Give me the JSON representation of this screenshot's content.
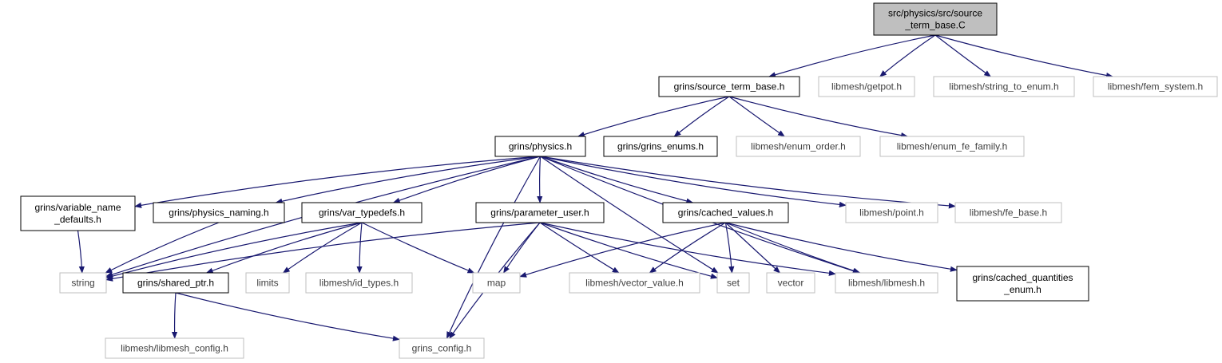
{
  "diagram": {
    "colors": {
      "edge": "#191970",
      "root_fill": "#bfbfbf",
      "local_stroke": "#000000",
      "external_stroke": "#bfbfbf",
      "external_text": "#404040",
      "text": "#000000"
    },
    "nodes": [
      {
        "id": "root",
        "lines": [
          "src/physics/src/source",
          "_term_base.C"
        ],
        "kind": "root"
      },
      {
        "id": "stb",
        "lines": [
          "grins/source_term_base.h"
        ],
        "kind": "local"
      },
      {
        "id": "getpot",
        "lines": [
          "libmesh/getpot.h"
        ],
        "kind": "external"
      },
      {
        "id": "ste",
        "lines": [
          "libmesh/string_to_enum.h"
        ],
        "kind": "external"
      },
      {
        "id": "femsys",
        "lines": [
          "libmesh/fem_system.h"
        ],
        "kind": "external"
      },
      {
        "id": "physics",
        "lines": [
          "grins/physics.h"
        ],
        "kind": "local"
      },
      {
        "id": "genums",
        "lines": [
          "grins/grins_enums.h"
        ],
        "kind": "local"
      },
      {
        "id": "eorder",
        "lines": [
          "libmesh/enum_order.h"
        ],
        "kind": "external"
      },
      {
        "id": "efef",
        "lines": [
          "libmesh/enum_fe_family.h"
        ],
        "kind": "external"
      },
      {
        "id": "vnd",
        "lines": [
          "grins/variable_name",
          "_defaults.h"
        ],
        "kind": "local"
      },
      {
        "id": "pnaming",
        "lines": [
          "grins/physics_naming.h"
        ],
        "kind": "local"
      },
      {
        "id": "vtd",
        "lines": [
          "grins/var_typedefs.h"
        ],
        "kind": "local"
      },
      {
        "id": "puser",
        "lines": [
          "grins/parameter_user.h"
        ],
        "kind": "local"
      },
      {
        "id": "cvals",
        "lines": [
          "grins/cached_values.h"
        ],
        "kind": "local"
      },
      {
        "id": "point",
        "lines": [
          "libmesh/point.h"
        ],
        "kind": "external"
      },
      {
        "id": "febase",
        "lines": [
          "libmesh/fe_base.h"
        ],
        "kind": "external"
      },
      {
        "id": "string",
        "lines": [
          "string"
        ],
        "kind": "external"
      },
      {
        "id": "sptr",
        "lines": [
          "grins/shared_ptr.h"
        ],
        "kind": "local"
      },
      {
        "id": "limits",
        "lines": [
          "limits"
        ],
        "kind": "external"
      },
      {
        "id": "idtypes",
        "lines": [
          "libmesh/id_types.h"
        ],
        "kind": "external"
      },
      {
        "id": "map",
        "lines": [
          "map"
        ],
        "kind": "external"
      },
      {
        "id": "vecval",
        "lines": [
          "libmesh/vector_value.h"
        ],
        "kind": "external"
      },
      {
        "id": "set",
        "lines": [
          "set"
        ],
        "kind": "external"
      },
      {
        "id": "vector",
        "lines": [
          "vector"
        ],
        "kind": "external"
      },
      {
        "id": "libmesh",
        "lines": [
          "libmesh/libmesh.h"
        ],
        "kind": "external"
      },
      {
        "id": "cqe",
        "lines": [
          "grins/cached_quantities",
          "_enum.h"
        ],
        "kind": "local"
      },
      {
        "id": "lmconfig",
        "lines": [
          "libmesh/libmesh_config.h"
        ],
        "kind": "external"
      },
      {
        "id": "gconfig",
        "lines": [
          "grins_config.h"
        ],
        "kind": "external"
      }
    ],
    "edges": [
      [
        "root",
        "stb"
      ],
      [
        "root",
        "getpot"
      ],
      [
        "root",
        "ste"
      ],
      [
        "root",
        "femsys"
      ],
      [
        "stb",
        "physics"
      ],
      [
        "stb",
        "genums"
      ],
      [
        "stb",
        "eorder"
      ],
      [
        "stb",
        "efef"
      ],
      [
        "physics",
        "vnd"
      ],
      [
        "physics",
        "pnaming"
      ],
      [
        "physics",
        "vtd"
      ],
      [
        "physics",
        "puser"
      ],
      [
        "physics",
        "cvals"
      ],
      [
        "physics",
        "point"
      ],
      [
        "physics",
        "febase"
      ],
      [
        "physics",
        "string"
      ],
      [
        "physics",
        "gconfig"
      ],
      [
        "physics",
        "set"
      ],
      [
        "physics",
        "libmesh"
      ],
      [
        "vnd",
        "string"
      ],
      [
        "pnaming",
        "string"
      ],
      [
        "vtd",
        "string"
      ],
      [
        "vtd",
        "sptr"
      ],
      [
        "vtd",
        "limits"
      ],
      [
        "vtd",
        "idtypes"
      ],
      [
        "vtd",
        "map"
      ],
      [
        "puser",
        "string"
      ],
      [
        "puser",
        "map"
      ],
      [
        "puser",
        "vecval"
      ],
      [
        "puser",
        "set"
      ],
      [
        "puser",
        "libmesh"
      ],
      [
        "puser",
        "gconfig"
      ],
      [
        "cvals",
        "map"
      ],
      [
        "cvals",
        "vecval"
      ],
      [
        "cvals",
        "set"
      ],
      [
        "cvals",
        "vector"
      ],
      [
        "cvals",
        "libmesh"
      ],
      [
        "cvals",
        "cqe"
      ],
      [
        "sptr",
        "lmconfig"
      ],
      [
        "sptr",
        "gconfig"
      ]
    ]
  }
}
